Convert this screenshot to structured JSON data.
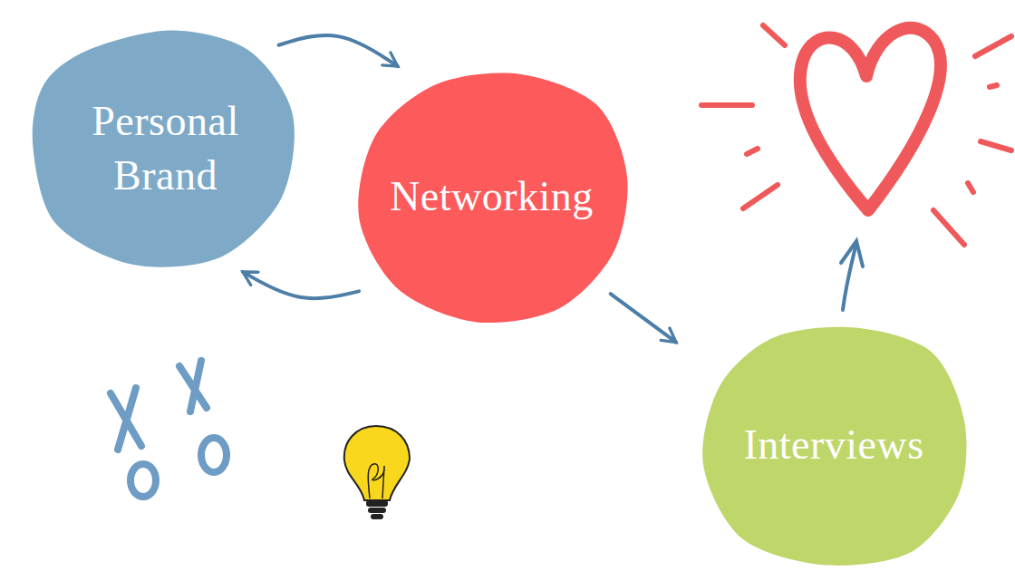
{
  "diagram": {
    "nodes": [
      {
        "text": [
          "Personal Brand"
        ]
      },
      {
        "text": [
          "Networking"
        ]
      },
      {
        "text": [
          "Interviews"
        ]
      }
    ],
    "edges": [
      {
        "from": 0,
        "to": 1,
        "arrow": "to"
      },
      {
        "from": 1,
        "to": 0,
        "arrow": "to"
      },
      {
        "from": 1,
        "to": 2,
        "arrow": "to"
      }
    ]
  }
}
